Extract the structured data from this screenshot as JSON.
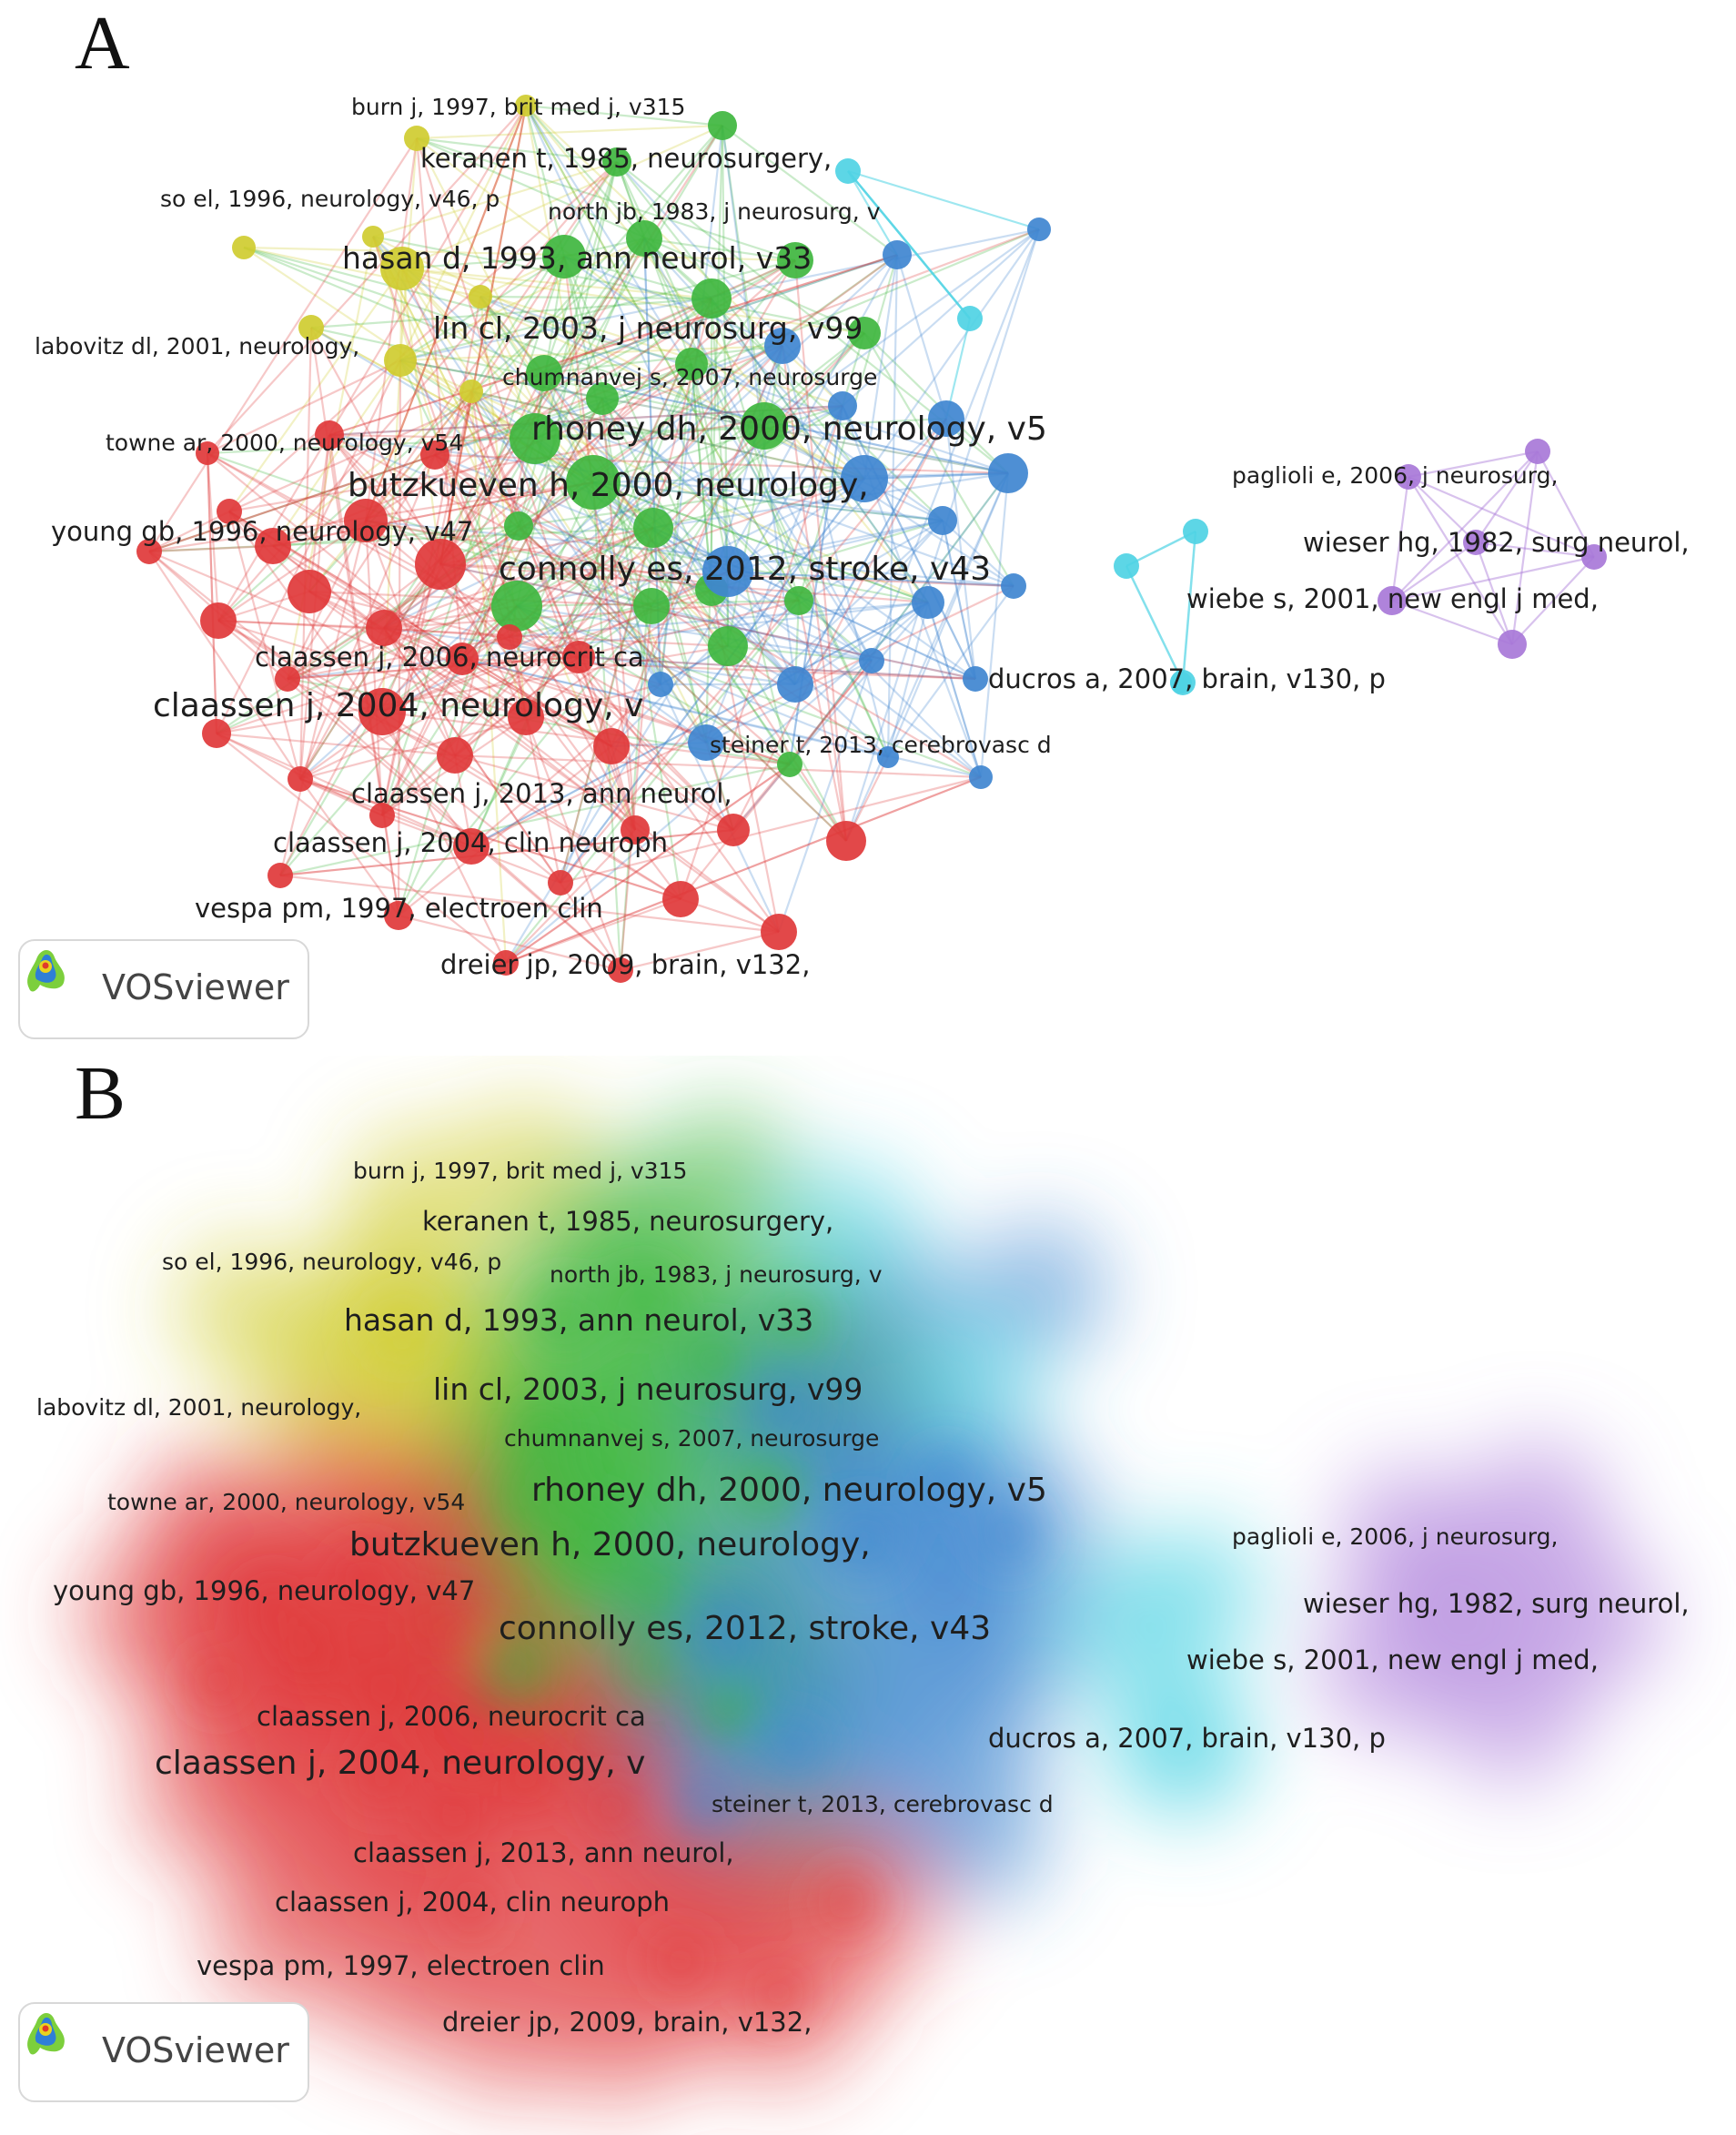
{
  "panels": {
    "a": {
      "letter": "A"
    },
    "b": {
      "letter": "B"
    }
  },
  "logo": {
    "text": "VOSviewer"
  },
  "colors": {
    "red": "#e0383a",
    "green": "#3fb63f",
    "yellow": "#cfcc30",
    "blue": "#3f86d0",
    "cyan": "#4fd3e4",
    "purple": "#a878d8"
  },
  "labels": [
    {
      "id": "burn",
      "text": "burn j, 1997, brit med j, v315"
    },
    {
      "id": "keranen",
      "text": "keranen t, 1985, neurosurgery,"
    },
    {
      "id": "soel",
      "text": "so el, 1996, neurology, v46, p"
    },
    {
      "id": "north",
      "text": "north jb, 1983, j neurosurg, v"
    },
    {
      "id": "hasan",
      "text": "hasan d, 1993, ann neurol, v33"
    },
    {
      "id": "lin",
      "text": "lin cl, 2003, j neurosurg, v99"
    },
    {
      "id": "labovitz",
      "text": "labovitz dl, 2001, neurology,"
    },
    {
      "id": "chumnanvej",
      "text": "chumnanvej s, 2007, neurosurge"
    },
    {
      "id": "rhoney",
      "text": "rhoney dh, 2000, neurology, v5"
    },
    {
      "id": "towne",
      "text": "towne ar, 2000, neurology, v54"
    },
    {
      "id": "butzkueven",
      "text": "butzkueven h, 2000, neurology,"
    },
    {
      "id": "young",
      "text": "young gb, 1996, neurology, v47"
    },
    {
      "id": "connolly",
      "text": "connolly es, 2012, stroke, v43"
    },
    {
      "id": "claassen2006",
      "text": "claassen j, 2006, neurocrit ca"
    },
    {
      "id": "claassen2004n",
      "text": "claassen j, 2004, neurology, v"
    },
    {
      "id": "steiner",
      "text": "steiner t, 2013, cerebrovasc d"
    },
    {
      "id": "claassen2013",
      "text": "claassen j, 2013, ann neurol,"
    },
    {
      "id": "claassen2004c",
      "text": "claassen j, 2004, clin neuroph"
    },
    {
      "id": "vespa",
      "text": "vespa pm, 1997, electroen clin"
    },
    {
      "id": "dreier",
      "text": "dreier jp, 2009, brain, v132,"
    },
    {
      "id": "paglioli",
      "text": "paglioli e, 2006, j neurosurg,"
    },
    {
      "id": "wieser",
      "text": "wieser hg, 1982, surg neurol,"
    },
    {
      "id": "wiebe",
      "text": "wiebe s, 2001, new engl j med,"
    },
    {
      "id": "ducros",
      "text": "ducros a, 2007, brain, v130, p"
    }
  ]
}
